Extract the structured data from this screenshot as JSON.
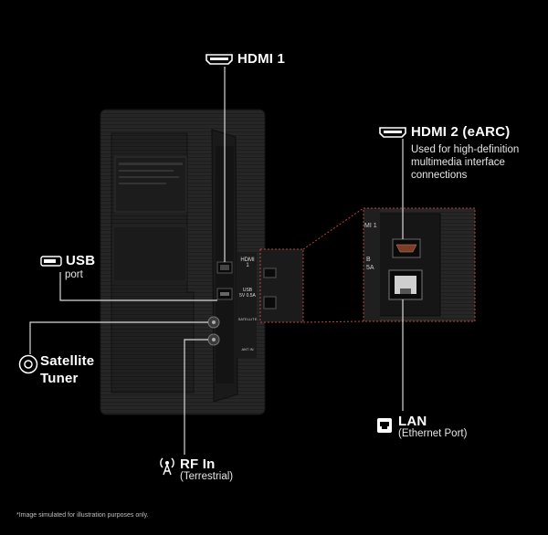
{
  "ports": {
    "hdmi1": {
      "label": "HDMI 1"
    },
    "hdmi2": {
      "label": "HDMI 2  (eARC)",
      "desc1": "Used for high-definition",
      "desc2": "multimedia interface",
      "desc3": "connections"
    },
    "usb": {
      "label": "USB",
      "sub": "port"
    },
    "satellite": {
      "label1": "Satellite",
      "label2": "Tuner"
    },
    "rf": {
      "label": "RF In",
      "sub": "(Terrestrial)"
    },
    "lan": {
      "label": "LAN",
      "sub": "(Ethernet Port)"
    }
  },
  "panel_marks": {
    "hdmi1_tag_top": "HDMI",
    "hdmi1_tag_bottom": "1",
    "usb_tag_top": "USB",
    "usb_tag_bottom": "5V 0.5A",
    "sat_tag": "SATELLITE",
    "ant_tag": "ANT IN",
    "zoom_hdmi_tag": "MI 1",
    "zoom_usb_tag": "B",
    "zoom_usb_tag2": "5A"
  },
  "disclaimer": "*Image simulated for illustration purposes only.",
  "colors": {
    "background": "#000000",
    "panel": "#2a2a2a",
    "leader_line": "#d9d9d9",
    "zoom_border": "#b5473a"
  }
}
